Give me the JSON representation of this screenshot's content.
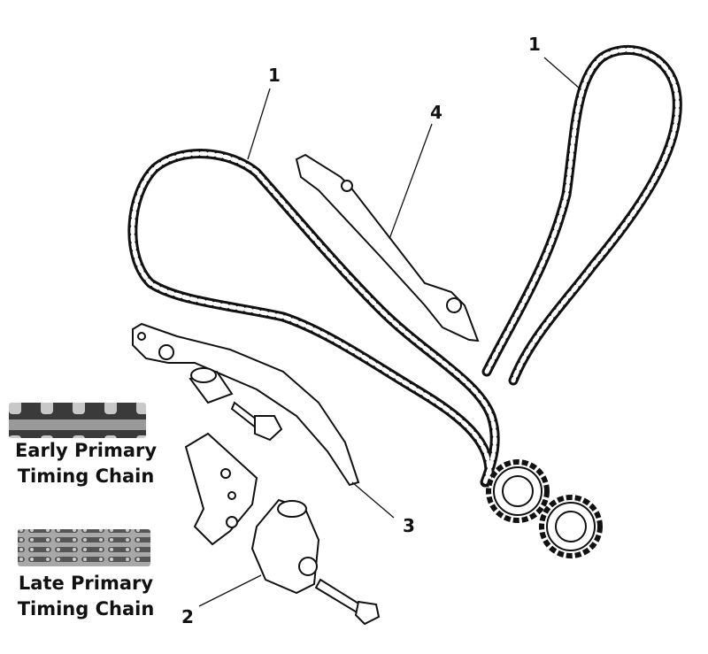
{
  "callouts": {
    "chain_left": "1",
    "chain_right": "1",
    "guide_upper": "4",
    "guide_lower": "3",
    "tensioner": "2"
  },
  "legend": {
    "early": {
      "line1": "Early Primary",
      "line2": "Timing Chain"
    },
    "late": {
      "line1": "Late Primary",
      "line2": "Timing Chain"
    }
  },
  "colors": {
    "line": "#111111",
    "chain_fill": "#ffffff",
    "swatch_dark": "#3a3a3a",
    "swatch_light": "#9a9a9a"
  }
}
